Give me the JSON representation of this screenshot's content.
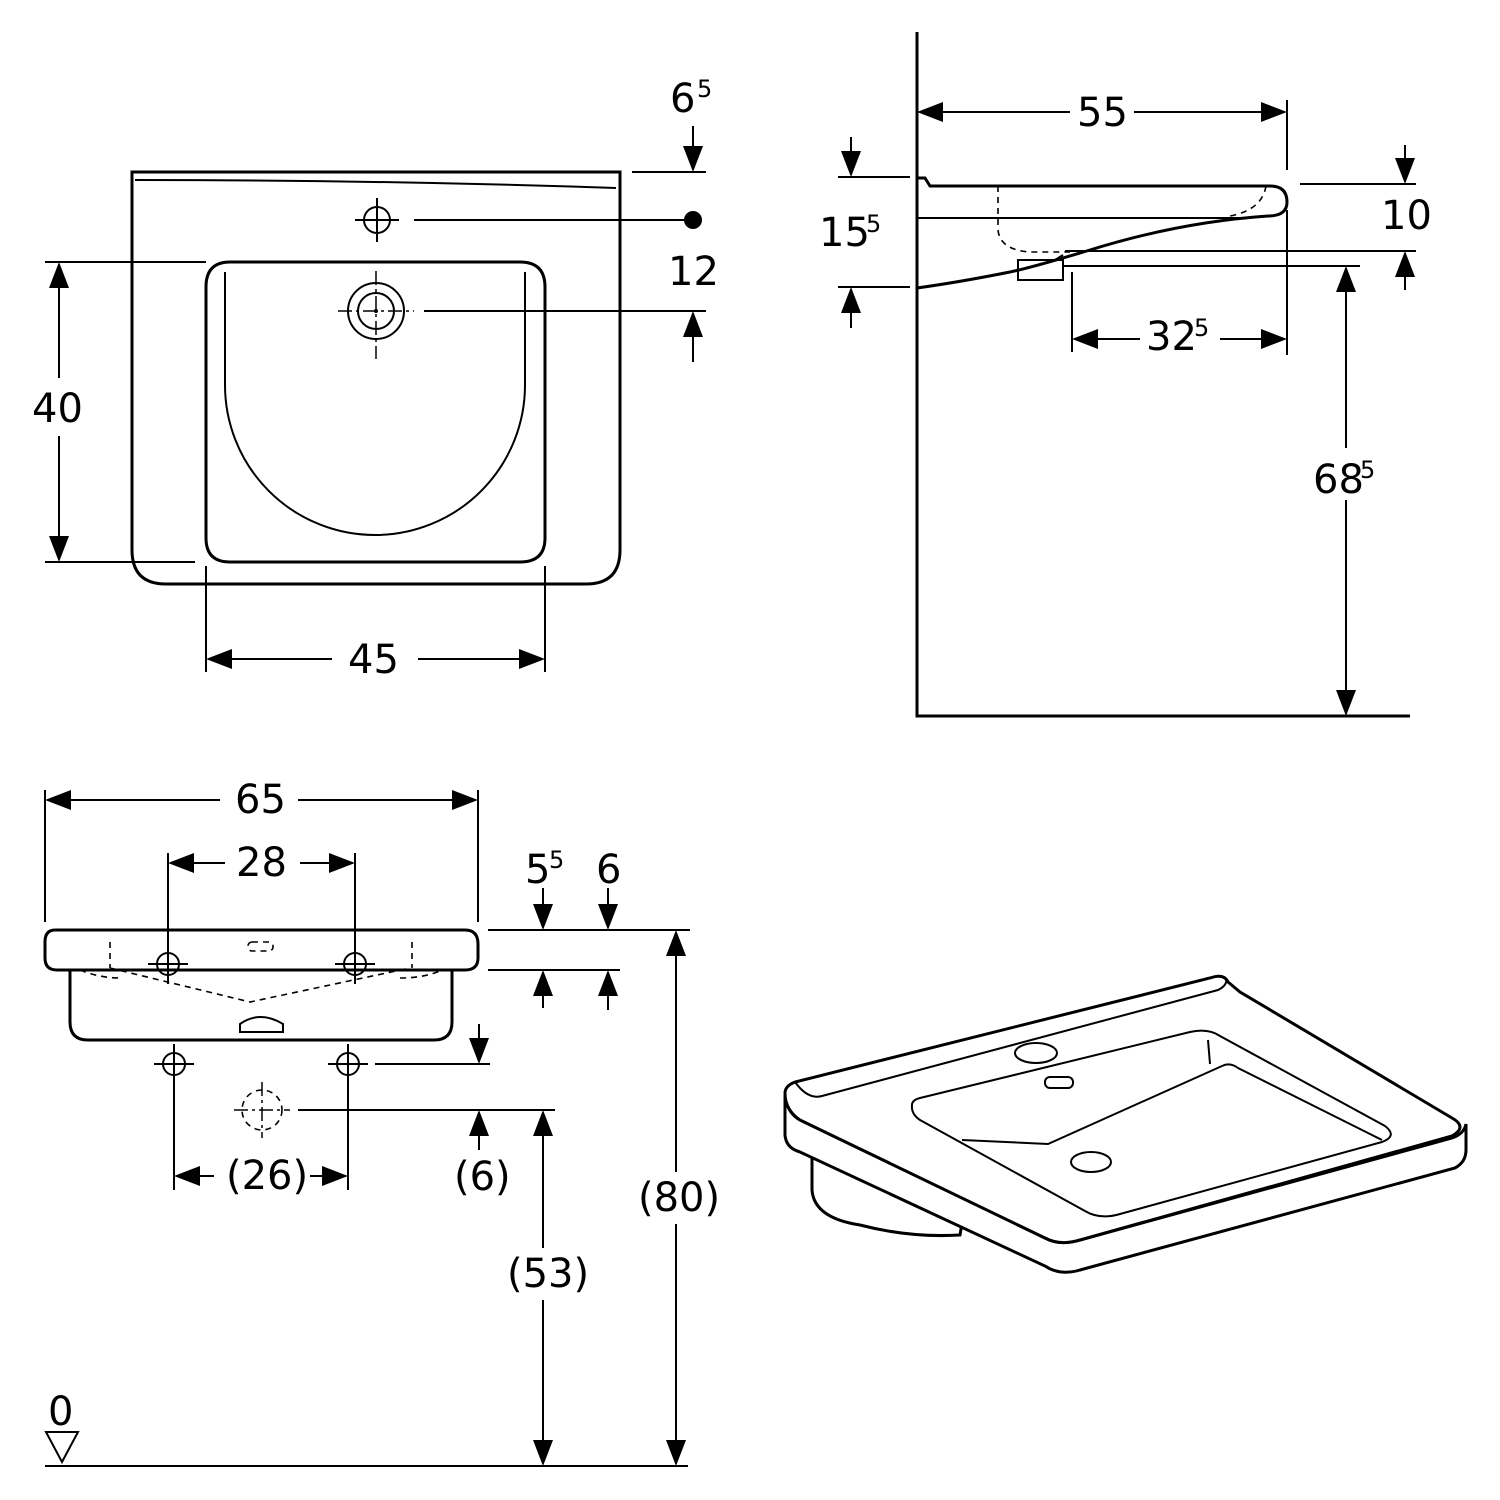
{
  "top_view": {
    "width": "45",
    "depth": "40",
    "rim_offset": "6",
    "rim_offset_sup": "5",
    "tap_hole_distance": "12"
  },
  "side_view": {
    "projection": "55",
    "front_height": "10",
    "back_height": "15",
    "back_height_sup": "5",
    "waste_distance": "32",
    "waste_distance_sup": "5",
    "rim_height": "68",
    "rim_height_sup": "5"
  },
  "front_view": {
    "total_width": "65",
    "fixing_distance": "28",
    "left_thickness": "5",
    "left_thickness_sup": "5",
    "right_thickness": "6",
    "supply_distance": "(26)",
    "supply_offset": "(6)",
    "waste_height": "(53)",
    "total_height": "(80)",
    "floor_level": "0"
  }
}
